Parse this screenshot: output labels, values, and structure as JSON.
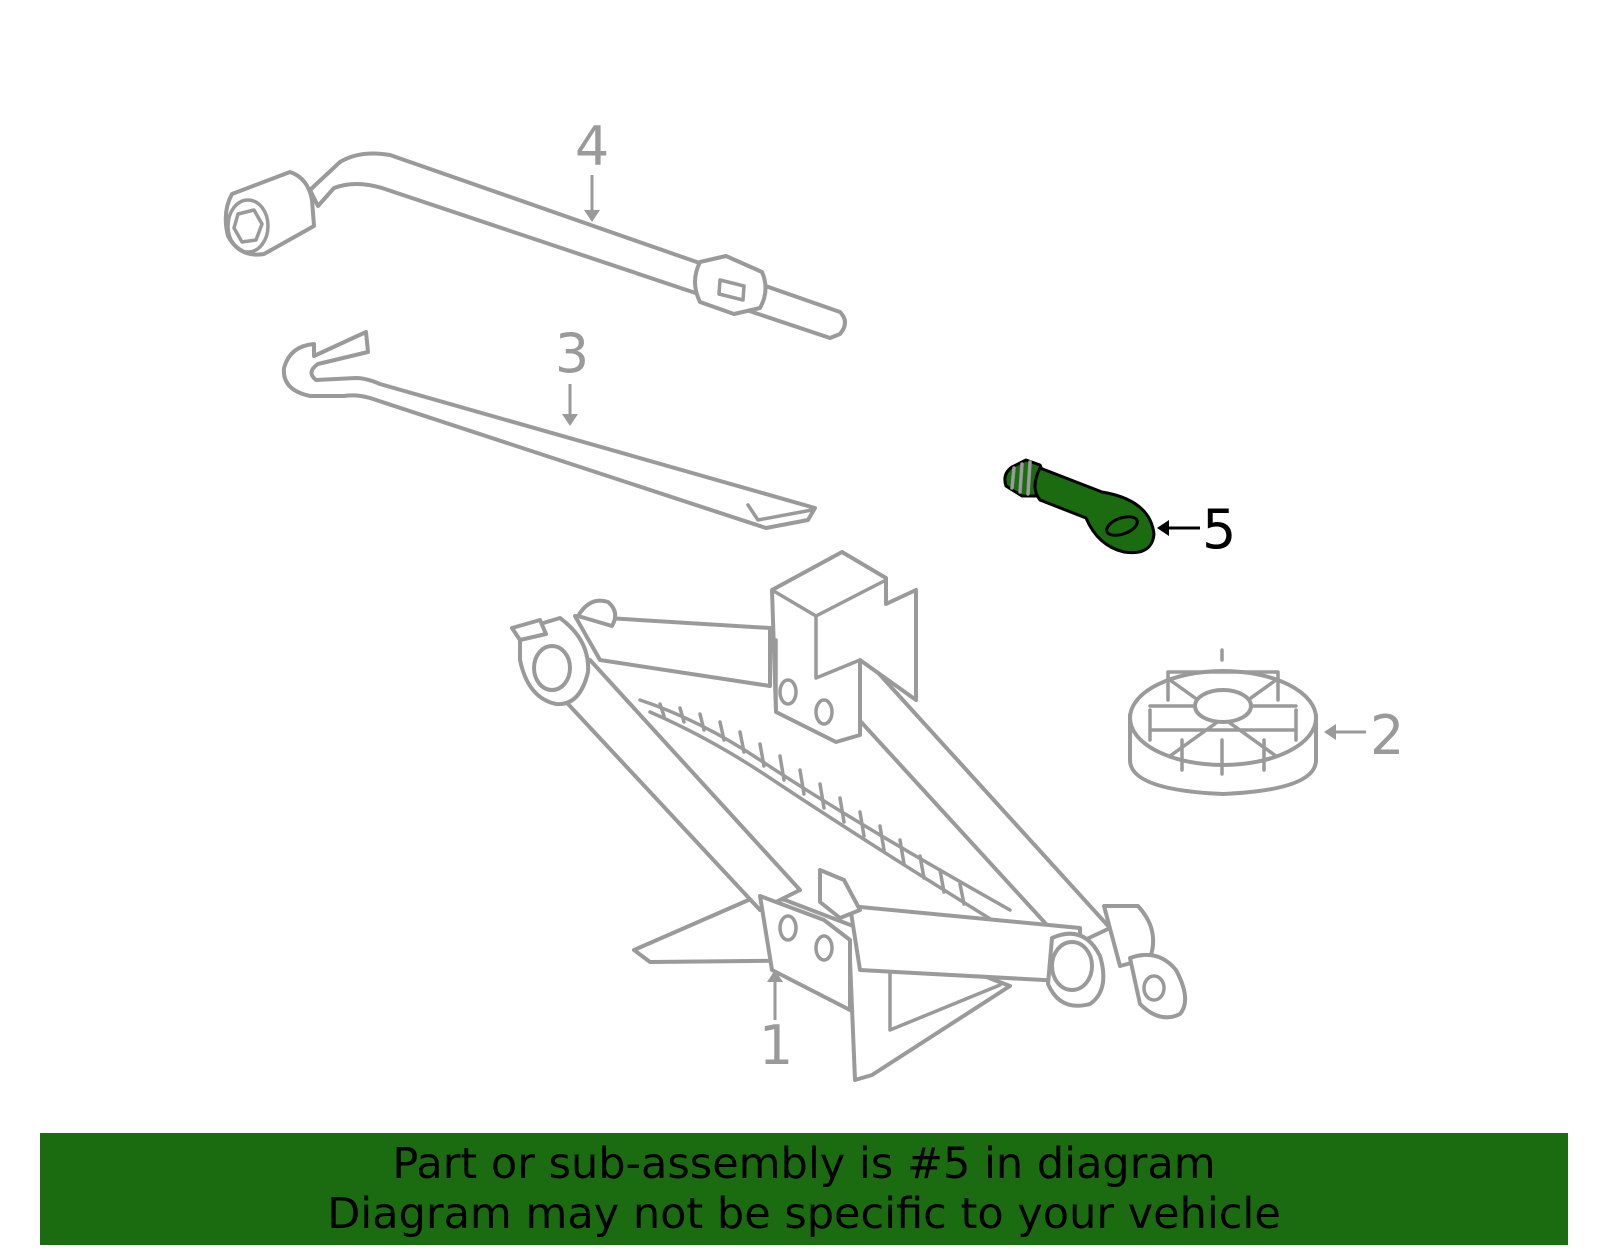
{
  "callouts": {
    "jack_label": "1",
    "handle_label": "2",
    "extension_label": "3",
    "wrench_label": "4",
    "eyebolt_label": "5"
  },
  "banner": {
    "line1": "Part or sub-assembly is #5 in diagram",
    "line2": "Diagram may not be specific to your vehicle"
  },
  "colors": {
    "highlight": "#1b6b10",
    "part_stroke": "#9a9a9a",
    "callout_active": "#000000",
    "callout_inactive": "#9a9a9a"
  },
  "highlighted_part": "5"
}
